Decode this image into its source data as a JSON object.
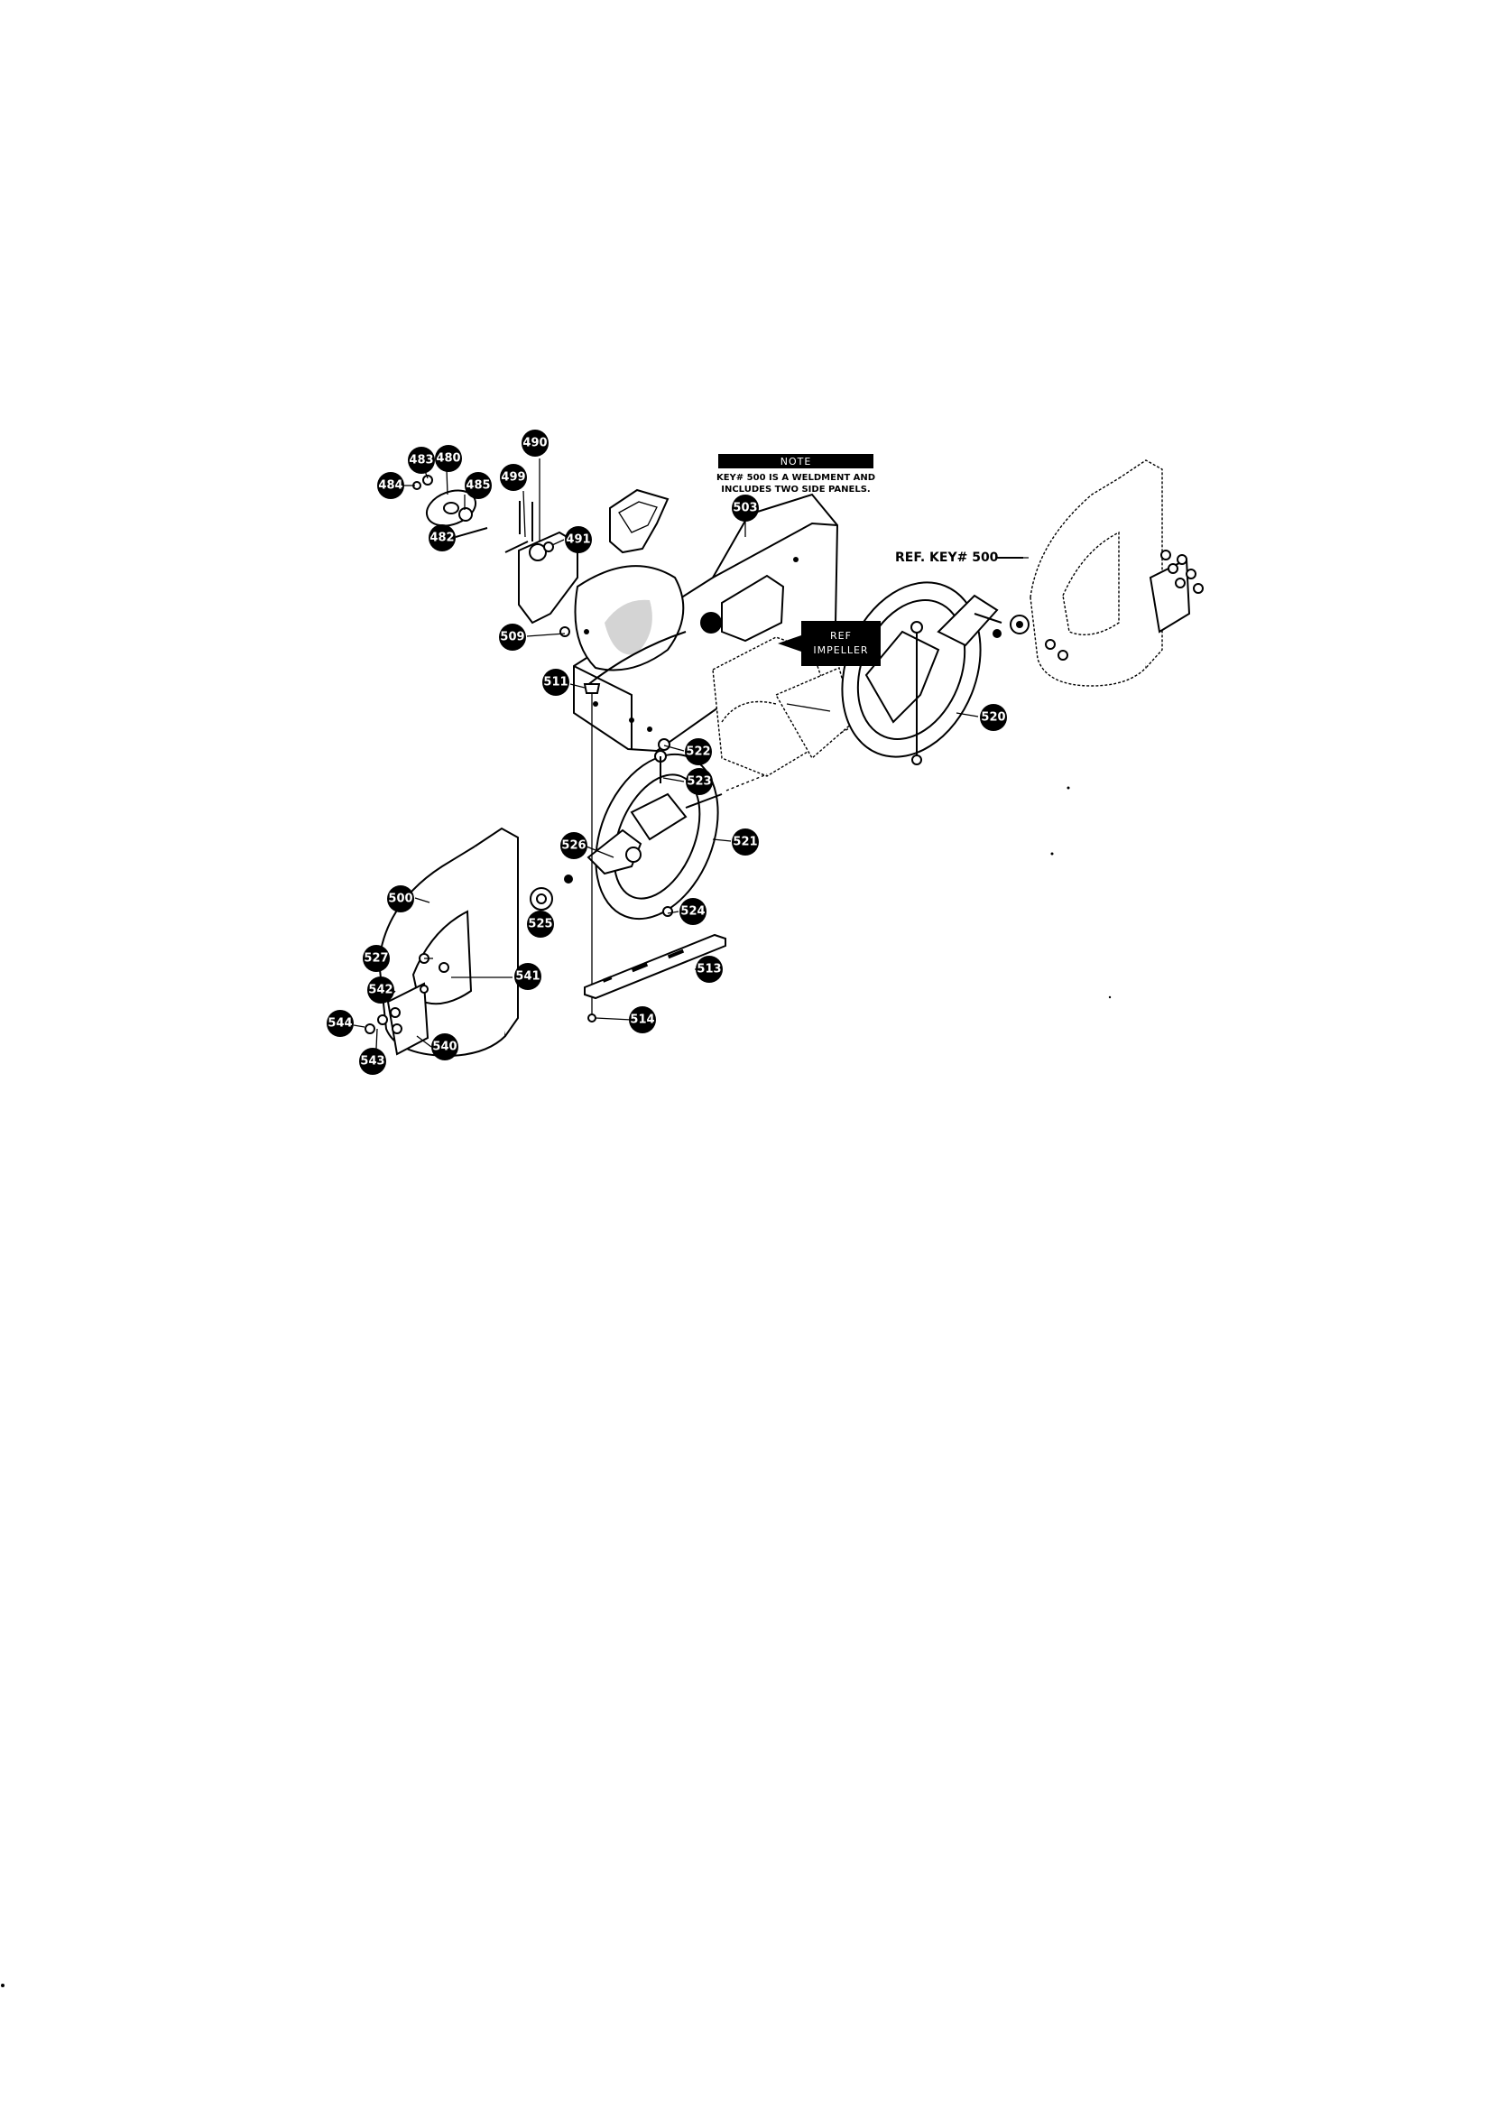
{
  "note": {
    "header": "NOTE",
    "line1": "KEY# 500 IS A WELDMENT AND",
    "line2": "INCLUDES TWO SIDE PANELS."
  },
  "ref_key": "REF. KEY# 500",
  "ref_impeller": {
    "line1": "REF",
    "line2": "IMPELLER"
  },
  "callouts": [
    {
      "id": "c484",
      "label": "484"
    },
    {
      "id": "c483",
      "label": "483"
    },
    {
      "id": "c480",
      "label": "480"
    },
    {
      "id": "c485",
      "label": "485"
    },
    {
      "id": "c482",
      "label": "482"
    },
    {
      "id": "c499",
      "label": "499"
    },
    {
      "id": "c490",
      "label": "490"
    },
    {
      "id": "c491",
      "label": "491"
    },
    {
      "id": "c503",
      "label": "503"
    },
    {
      "id": "c509",
      "label": "509"
    },
    {
      "id": "c511",
      "label": "511"
    },
    {
      "id": "c520",
      "label": "520"
    },
    {
      "id": "c522",
      "label": "522"
    },
    {
      "id": "c523",
      "label": "523"
    },
    {
      "id": "c521",
      "label": "521"
    },
    {
      "id": "c526",
      "label": "526"
    },
    {
      "id": "c500",
      "label": "500"
    },
    {
      "id": "c525",
      "label": "525"
    },
    {
      "id": "c524",
      "label": "524"
    },
    {
      "id": "c513",
      "label": "513"
    },
    {
      "id": "c527",
      "label": "527"
    },
    {
      "id": "c541",
      "label": "541"
    },
    {
      "id": "c542",
      "label": "542"
    },
    {
      "id": "c544",
      "label": "544"
    },
    {
      "id": "c543",
      "label": "543"
    },
    {
      "id": "c540",
      "label": "540"
    },
    {
      "id": "c514",
      "label": "514"
    }
  ]
}
